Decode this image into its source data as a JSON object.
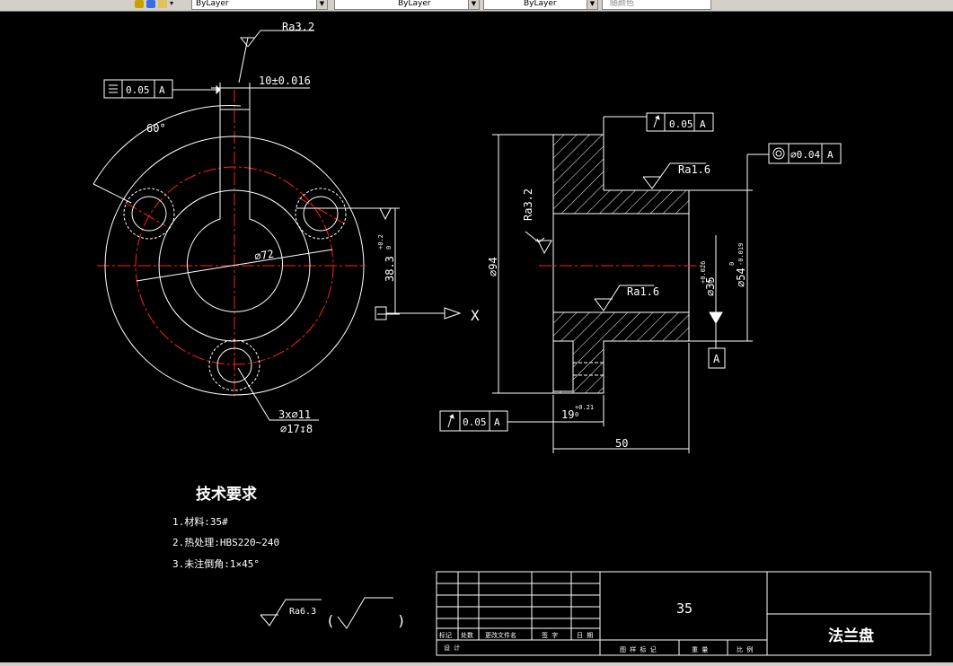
{
  "toolbar": {
    "layer_combo_1": "ByLayer",
    "layer_combo_2": "ByLayer",
    "layer_combo_3": "ByLayer",
    "layer_combo_4": "随颜色"
  },
  "colors": {
    "background": "#000000",
    "geometry": "#ffffff",
    "centerline": "#ff0000",
    "dashed_circle": "#ffffff"
  },
  "left_view": {
    "roughness_top": "Ra3.2",
    "flatness_value": "0.05",
    "flatness_datum": "A",
    "keyway_width": "10±0.016",
    "angle": "60°",
    "diameter_center": "⌀72",
    "keyway_depth": "38.3",
    "keyway_depth_tol_upper": "+0.2",
    "keyway_depth_tol_lower": "0",
    "holes_label_line1": "3x⌀11",
    "holes_label_line2": "⌀17↧8",
    "axis_label": "X"
  },
  "right_view": {
    "runout_top_value": "0.05",
    "runout_top_datum": "A",
    "concentricity_value": "⌀0.04",
    "concentricity_datum": "A",
    "roughness_1": "Ra1.6",
    "roughness_2": "Ra3.2",
    "roughness_3": "Ra1.6",
    "outer_diameter": "⌀94",
    "bore_diameter": "⌀35",
    "bore_tol_upper": "+0.026",
    "bore_tol_lower": "0",
    "hub_diameter": "⌀54",
    "hub_tol_upper": "0",
    "hub_tol_lower": "-0.019",
    "datum_label": "A",
    "runout_bottom_value": "0.05",
    "runout_bottom_datum": "A",
    "flange_thickness": "19",
    "flange_tol_upper": "+0.21",
    "flange_tol_lower": "0",
    "total_length": "50"
  },
  "tech_requirements": {
    "title": "技术要求",
    "item1": "1.材料:35#",
    "item2": "2.热处理:HBS220~240",
    "item3": "3.未注倒角:1×45°"
  },
  "general_roughness": {
    "value": "Ra6.3",
    "paren_open": "(",
    "paren_close": ")"
  },
  "title_block": {
    "material": "35",
    "part_name": "法兰盘",
    "h_mark": "标记",
    "h_count": "处数",
    "h_doc": "更改文件名",
    "h_sign": "签 字",
    "h_date": "日 期",
    "h_design": "设 计",
    "h_drawing_mark": "图 样 标 记",
    "h_weight": "重 量",
    "h_scale": "比 例"
  }
}
